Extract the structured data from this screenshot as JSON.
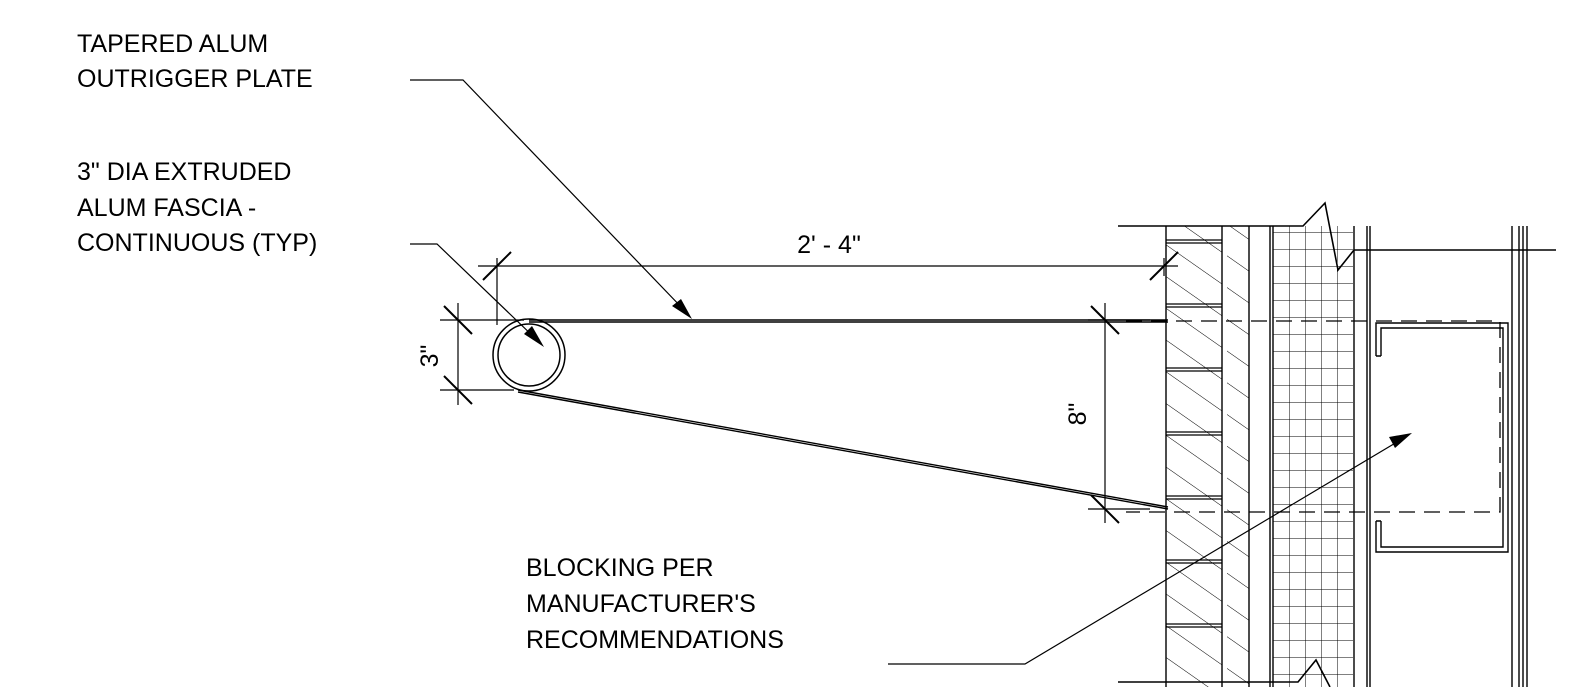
{
  "callouts": {
    "outrigger_plate": [
      "TAPERED ALUM",
      "OUTRIGGER PLATE"
    ],
    "fascia": [
      "3\" DIA EXTRUDED",
      "ALUM FASCIA -",
      "CONTINUOUS (TYP)"
    ],
    "blocking": [
      "BLOCKING PER",
      "MANUFACTURER'S",
      "RECOMMENDATIONS"
    ]
  },
  "dimensions": {
    "overall_length": "2' - 4\"",
    "fascia_diameter": "3\"",
    "plate_depth_at_wall": "8\""
  }
}
